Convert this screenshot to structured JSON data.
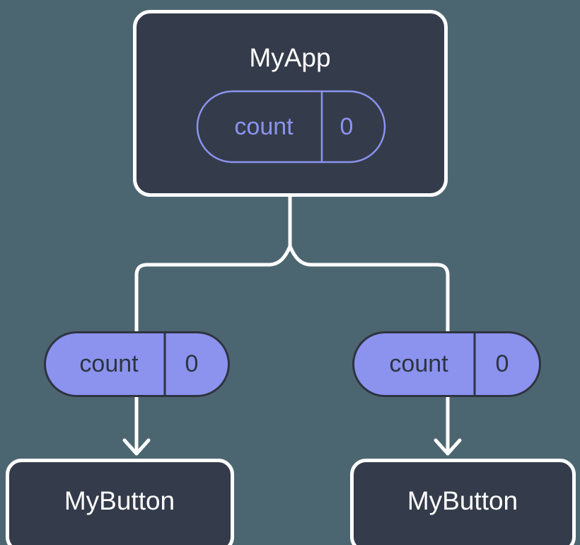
{
  "diagram": {
    "type": "component-state-tree",
    "background_color": "#4c6671",
    "card_fill": "#343b4a",
    "card_stroke": "#ffffff",
    "accent_purple": "#8b93ef",
    "pill_text_dark": "#2e3440",
    "connector_color": "#ffffff",
    "root": {
      "title": "MyApp",
      "state_pill": {
        "key": "count",
        "value": "0",
        "style": "outline"
      }
    },
    "branches": [
      {
        "side": "left",
        "state_pill": {
          "key": "count",
          "value": "0",
          "style": "filled"
        },
        "child": {
          "title": "MyButton"
        }
      },
      {
        "side": "right",
        "state_pill": {
          "key": "count",
          "value": "0",
          "style": "filled"
        },
        "child": {
          "title": "MyButton"
        }
      }
    ]
  }
}
